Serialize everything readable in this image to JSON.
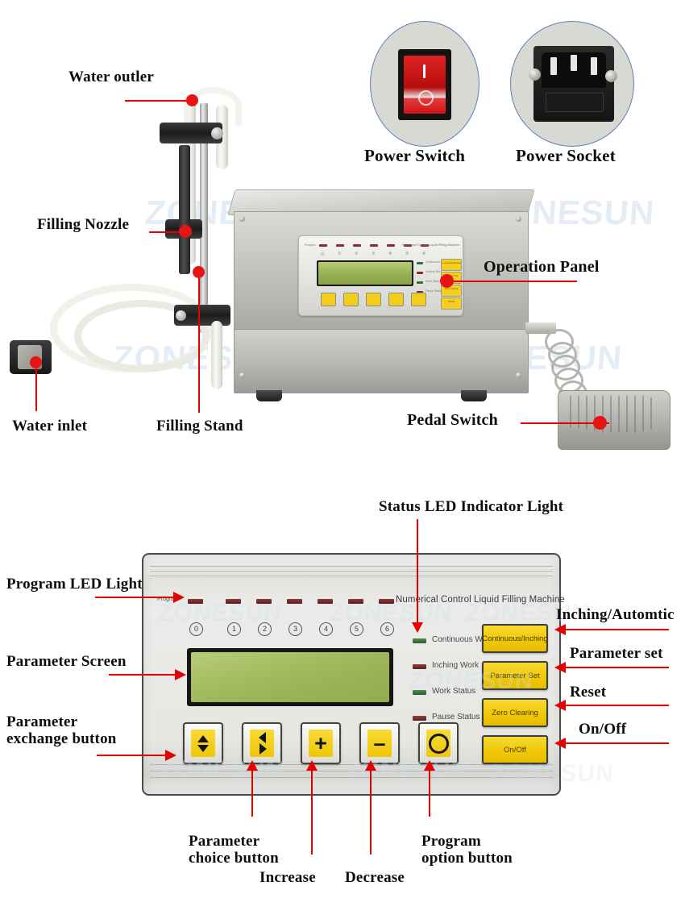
{
  "top_section": {
    "callouts": [
      {
        "id": "water-outlet",
        "label": "Water outler"
      },
      {
        "id": "filling-nozzle",
        "label": "Filling Nozzle"
      },
      {
        "id": "water-inlet",
        "label": "Water inlet"
      },
      {
        "id": "filling-stand",
        "label": "Filling Stand"
      },
      {
        "id": "operation-panel",
        "label": "Operation Panel"
      },
      {
        "id": "pedal-switch",
        "label": "Pedal Switch"
      }
    ],
    "insets": [
      {
        "id": "power-switch",
        "label": "Power Switch",
        "marking_on": "I",
        "marking_off": "O"
      },
      {
        "id": "power-socket",
        "label": "Power Socket"
      }
    ],
    "watermark": "ZONESUN"
  },
  "panel": {
    "brand_text": "Numerical Control Liquid Filling Machine",
    "program_label": "Program",
    "program_led_numbers": [
      "0",
      "1",
      "2",
      "3",
      "4",
      "5",
      "6"
    ],
    "status_leds": [
      {
        "label": "Continuous Work",
        "color": "green"
      },
      {
        "label": "Inching Work",
        "color": "red"
      },
      {
        "label": "Work Status",
        "color": "green"
      },
      {
        "label": "Pause Status",
        "color": "red"
      }
    ],
    "function_buttons": [
      {
        "label": "Continuous/Inching"
      },
      {
        "label": "Parameter Set"
      },
      {
        "label": "Zero Clearing"
      },
      {
        "label": "On/Off"
      }
    ],
    "key_buttons": [
      {
        "id": "up-down",
        "glyph": "updown"
      },
      {
        "id": "left-right",
        "glyph": "leftright"
      },
      {
        "id": "plus",
        "glyph": "+"
      },
      {
        "id": "minus",
        "glyph": "–"
      },
      {
        "id": "circle",
        "glyph": "circle"
      }
    ],
    "lcd_value": ""
  },
  "panel_callouts": {
    "top": {
      "label": "Status LED Indicator Light"
    },
    "left": [
      {
        "id": "program-led-light",
        "label": "Program LED Light"
      },
      {
        "id": "parameter-screen",
        "label": "Parameter Screen"
      },
      {
        "id": "parameter-exchange-button",
        "label": "Parameter\nexchange button"
      }
    ],
    "right": [
      {
        "id": "inching-automatic",
        "label": "Inching/Automtic"
      },
      {
        "id": "parameter-set",
        "label": "Parameter set"
      },
      {
        "id": "reset",
        "label": "Reset"
      },
      {
        "id": "on-off",
        "label": "On/Off"
      }
    ],
    "bottom": [
      {
        "id": "parameter-choice-button",
        "label": "Parameter\nchoice button"
      },
      {
        "id": "increase",
        "label": "Increase"
      },
      {
        "id": "decrease",
        "label": "Decrease"
      },
      {
        "id": "program-option-button",
        "label": "Program\noption button"
      }
    ]
  },
  "colors": {
    "callout_red": "#e60000",
    "button_yellow": "#f0c808",
    "lcd_green": "#a6bd63",
    "inset_border_blue": "#5d7fb5"
  }
}
